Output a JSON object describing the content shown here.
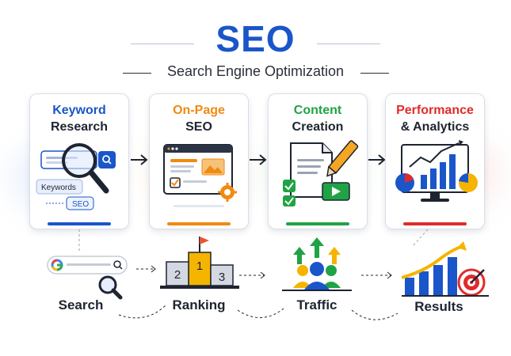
{
  "header": {
    "title": "SEO",
    "subtitle": "Search Engine Optimization"
  },
  "cards": [
    {
      "line1": "Keyword",
      "line2": "Research",
      "color": "#1a56c9",
      "line2_color": "#1e2430",
      "illustration_labels": [
        "Keywords",
        "SEO"
      ]
    },
    {
      "line1": "On-Page",
      "line2": "SEO",
      "color": "#f08a12",
      "line2_color": "#1e2430"
    },
    {
      "line1": "Content",
      "line2": "Creation",
      "color": "#1fa344",
      "line2_color": "#1e2430"
    },
    {
      "line1": "Performance",
      "line2": "& Analytics",
      "color": "#e02b2b",
      "line2_color": "#1e2430"
    }
  ],
  "steps": [
    {
      "label": "Search",
      "icon": "google-search-icon"
    },
    {
      "label": "Ranking",
      "icon": "podium-icon",
      "podium_numbers": [
        "2",
        "1",
        "3"
      ]
    },
    {
      "label": "Traffic",
      "icon": "people-growth-icon"
    },
    {
      "label": "Results",
      "icon": "growth-target-icon"
    }
  ],
  "colors": {
    "blue": "#1a56c9",
    "orange": "#f08a12",
    "green": "#1fa344",
    "red": "#e02b2b"
  }
}
